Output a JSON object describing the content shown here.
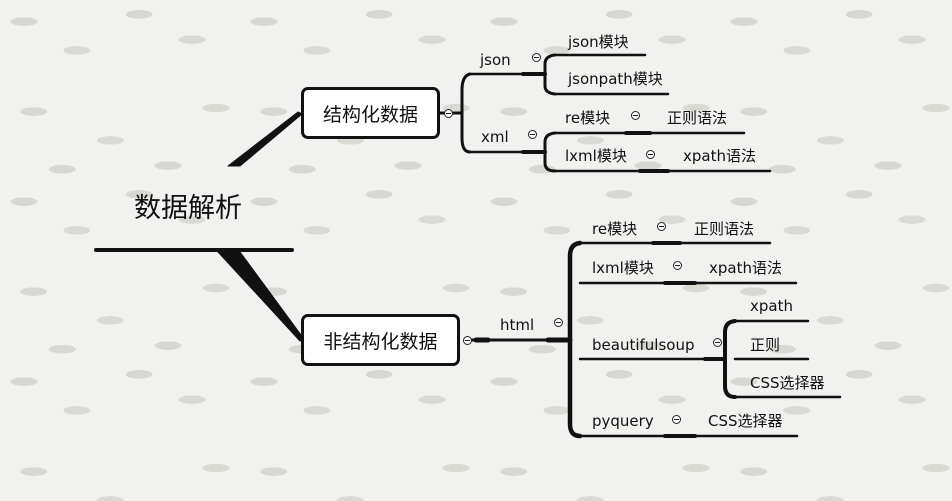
{
  "mindmap": {
    "root": "数据解析",
    "structured": {
      "label": "结构化数据",
      "json": {
        "label": "json",
        "children": [
          "json模块",
          "jsonpath模块"
        ]
      },
      "xml": {
        "label": "xml",
        "re": {
          "label": "re模块",
          "child": "正则语法"
        },
        "lxml": {
          "label": "lxml模块",
          "child": "xpath语法"
        }
      }
    },
    "unstructured": {
      "label": "非结构化数据",
      "html": {
        "label": "html",
        "re": {
          "label": "re模块",
          "child": "正则语法"
        },
        "lxml": {
          "label": "lxml模块",
          "child": "xpath语法"
        },
        "bs": {
          "label": "beautifulsoup",
          "children": [
            "xpath",
            "正则",
            "CSS选择器"
          ]
        },
        "pyquery": {
          "label": "pyquery",
          "child": "CSS选择器"
        }
      }
    }
  }
}
